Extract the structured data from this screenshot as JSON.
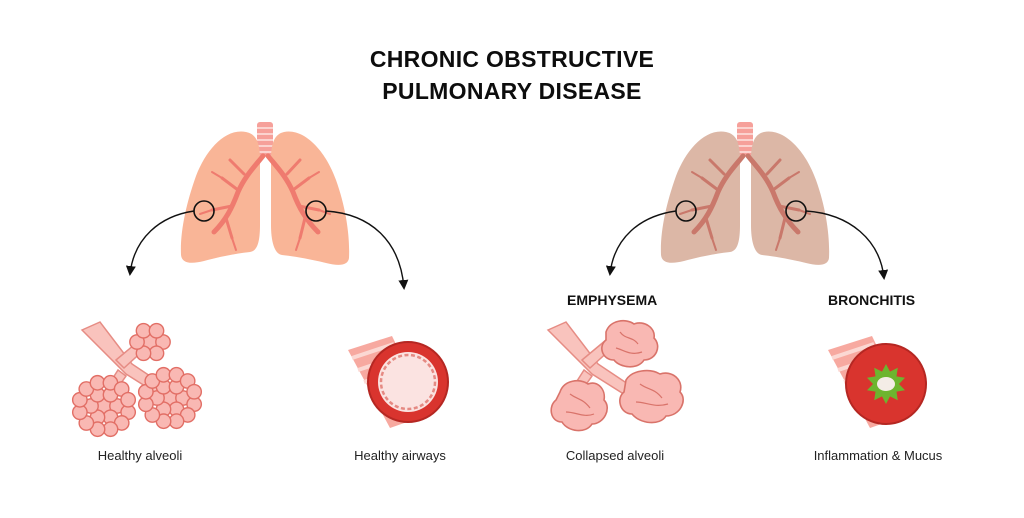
{
  "title_line1": "CHRONIC OBSTRUCTIVE",
  "title_line2": "PULMONARY DISEASE",
  "headings": {
    "emphysema": "EMPHYSEMA",
    "bronchitis": "BRONCHITIS"
  },
  "captions": {
    "healthy_alveoli": "Healthy alveoli",
    "healthy_airways": "Healthy airways",
    "collapsed_alveoli": "Collapsed alveoli",
    "inflammation": "Inflammation &  Mucus"
  },
  "colors": {
    "healthy_lung": "#f9b597",
    "diseased_lung": "#dcb7a6",
    "bronchi_healthy": "#ef7b6f",
    "bronchi_diseased": "#c9786b",
    "alveoli": "#f9b8b3",
    "airway_red": "#d9342e",
    "mucus_green": "#6db52f"
  }
}
